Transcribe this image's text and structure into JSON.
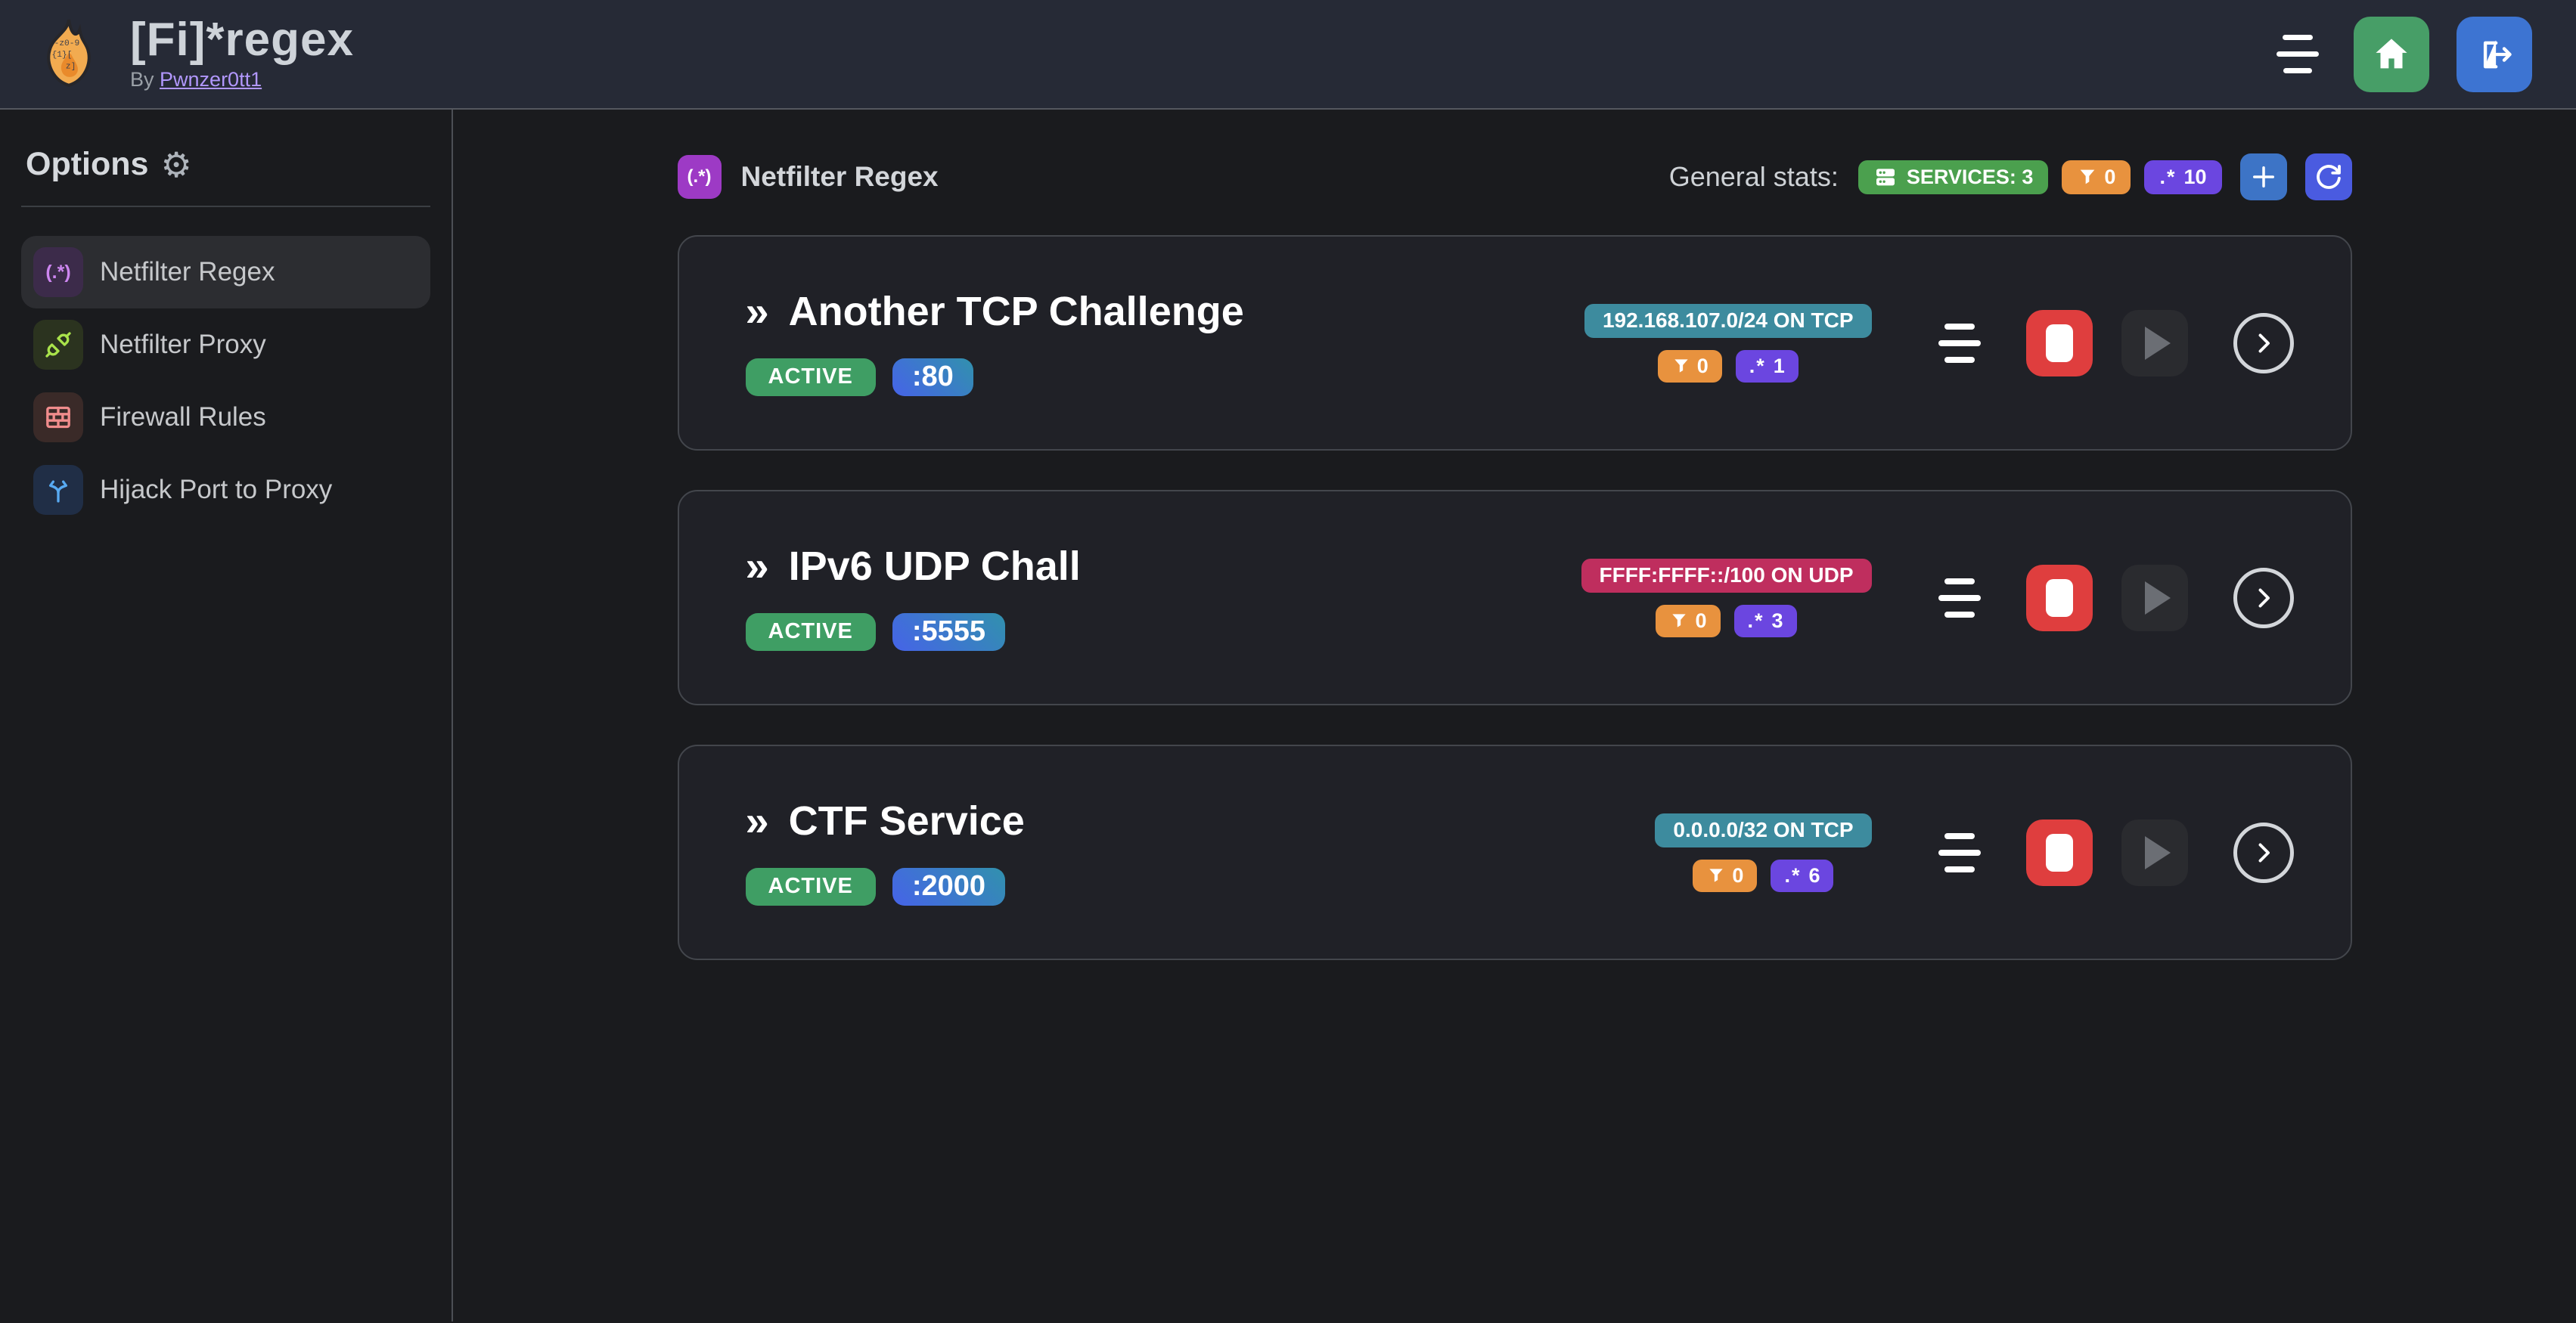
{
  "app": {
    "title": "[Fi]*regex",
    "byline_prefix": "By",
    "byline_author": "Pwnzer0tt1"
  },
  "glyphs": {
    "regex_group": "(.*)",
    "regex_dot_star": ".*",
    "double_chevron": "»",
    "plus": "+"
  },
  "navbar_icons": [
    "burger-menu-icon",
    "home-icon",
    "logout-icon"
  ],
  "sidebar": {
    "heading": "Options",
    "heading_icon": "gear-icon",
    "items": [
      {
        "label": "Netfilter Regex",
        "icon": "regex-icon",
        "selected": true
      },
      {
        "label": "Netfilter Proxy",
        "icon": "plug-icon",
        "selected": false
      },
      {
        "label": "Firewall Rules",
        "icon": "brick-wall-icon",
        "selected": false
      },
      {
        "label": "Hijack Port to Proxy",
        "icon": "split-arrows-icon",
        "selected": false
      }
    ]
  },
  "main": {
    "header": {
      "title": "Netfilter Regex",
      "stats_label": "General stats:",
      "services_stat": "SERVICES: 3",
      "filters_stat": "0",
      "regex_stat": "10"
    },
    "services": [
      {
        "name": "Another TCP Challenge",
        "status": "ACTIVE",
        "port": ":80",
        "cidr": "192.168.107.0/24 ON TCP",
        "cidr_variant": "teal",
        "filters": "0",
        "regexes": "1"
      },
      {
        "name": "IPv6 UDP Chall",
        "status": "ACTIVE",
        "port": ":5555",
        "cidr": "FFFF:FFFF::/100 ON UDP",
        "cidr_variant": "pink",
        "filters": "0",
        "regexes": "3"
      },
      {
        "name": "CTF Service",
        "status": "ACTIVE",
        "port": ":2000",
        "cidr": "0.0.0.0/32 ON TCP",
        "cidr_variant": "teal",
        "filters": "0",
        "regexes": "6"
      }
    ]
  },
  "colors": {
    "page_bg": "#1a1b1e",
    "navbar_bg": "#262a36",
    "card_bg": "#202127",
    "card_border": "#43464c",
    "active_green": "#3f9e64",
    "services_green": "#4ba04e",
    "filter_orange": "#e8923e",
    "regex_violet": "#6b46e0",
    "cidr_teal": "#3d8b9e",
    "cidr_pink": "#bf2e5e",
    "stop_red": "#df3e3e",
    "home_green": "#479e67",
    "logout_blue": "#3d74d2",
    "header_purple": "#9d3ac5",
    "link_purple": "#b197fc",
    "port_gradient_from": "#4663e8",
    "port_gradient_to": "#3191ad"
  }
}
